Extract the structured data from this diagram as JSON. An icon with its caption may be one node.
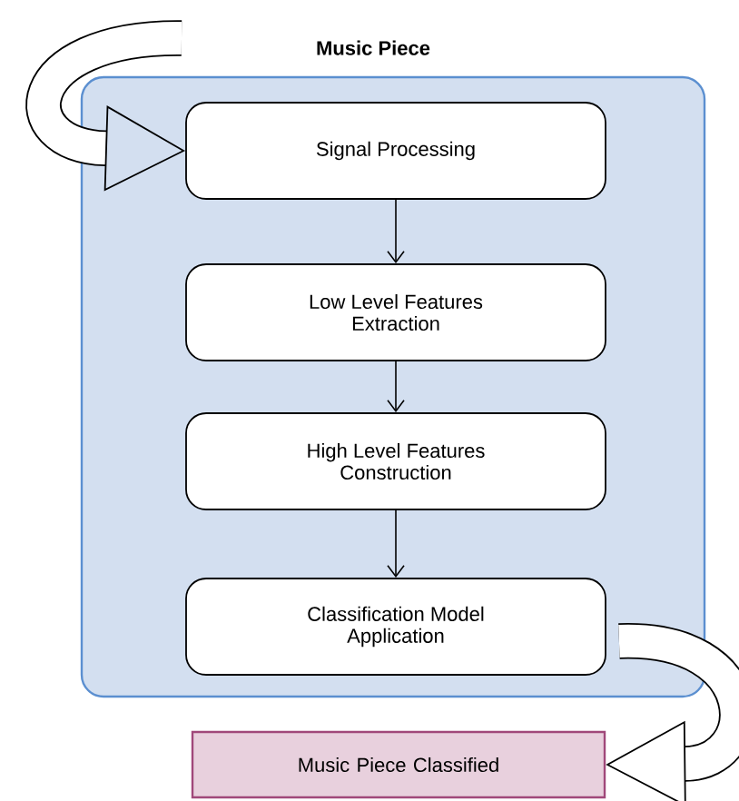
{
  "diagram": {
    "nodes": [
      {
        "text": [
          "Music Piece"
        ]
      },
      {
        "text": [
          "Signal Processing"
        ],
        "in": 0
      },
      {
        "text": [
          "Low Level Features Extraction"
        ],
        "in": 0
      },
      {
        "text": [
          "High Level Features Construction"
        ],
        "in": 0
      },
      {
        "text": [
          "Classification Model Application"
        ],
        "in": 0
      },
      {
        "text": [
          "Music Piece Classified"
        ]
      }
    ],
    "edges": [
      {
        "from": null,
        "to": 1,
        "arrow": "to",
        "style": "thick"
      },
      {
        "from": 1,
        "to": 2,
        "arrow": "to"
      },
      {
        "from": 2,
        "to": 3,
        "arrow": "to"
      },
      {
        "from": 3,
        "to": 4,
        "arrow": "to"
      },
      {
        "from": 4,
        "to": 5,
        "arrow": "to",
        "style": "thick"
      }
    ]
  }
}
